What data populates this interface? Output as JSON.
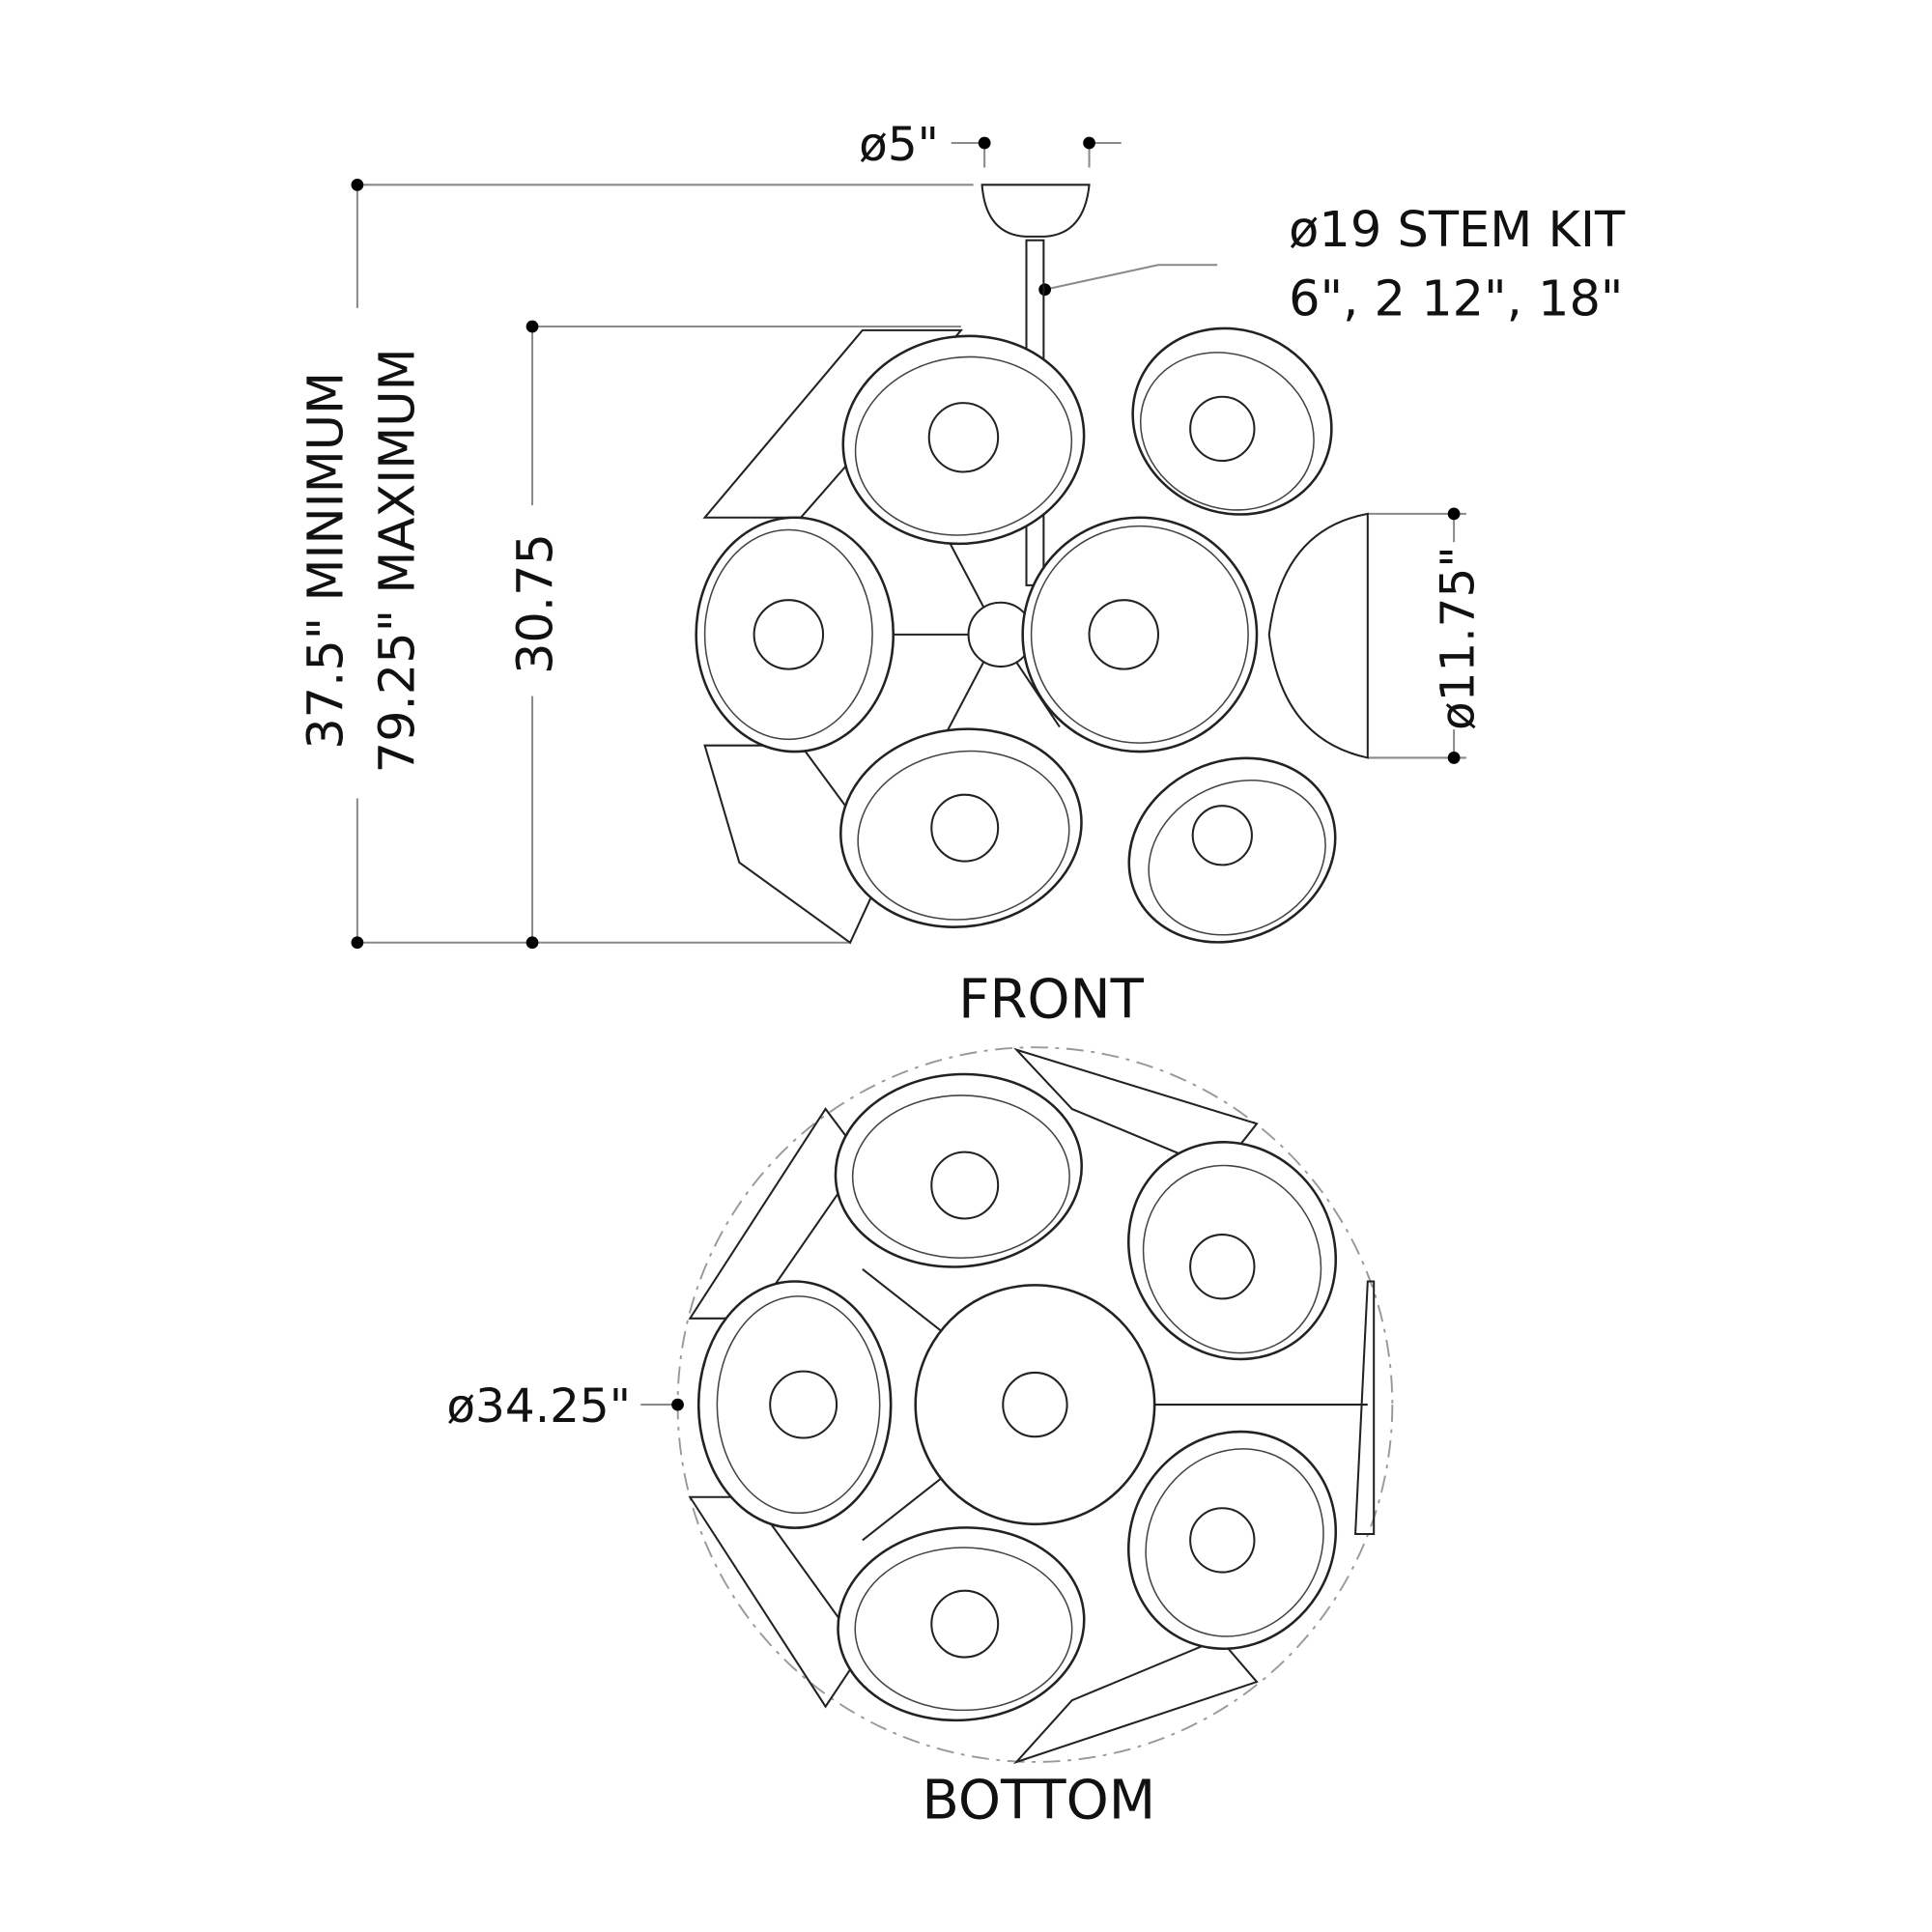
{
  "front": {
    "canopy_diameter": "ø5\"",
    "stem_kit_title": "ø19 STEM KIT",
    "stem_kit_lengths": "6\", 2 12\", 18\"",
    "overall_min": "37.5\" MINIMUM",
    "overall_max": "79.25\" MAXIMUM",
    "body_height": "30.75",
    "shade_diameter": "ø11.75\"",
    "label": "FRONT"
  },
  "bottom": {
    "overall_diameter": "ø34.25\"",
    "label": "BOTTOM"
  }
}
